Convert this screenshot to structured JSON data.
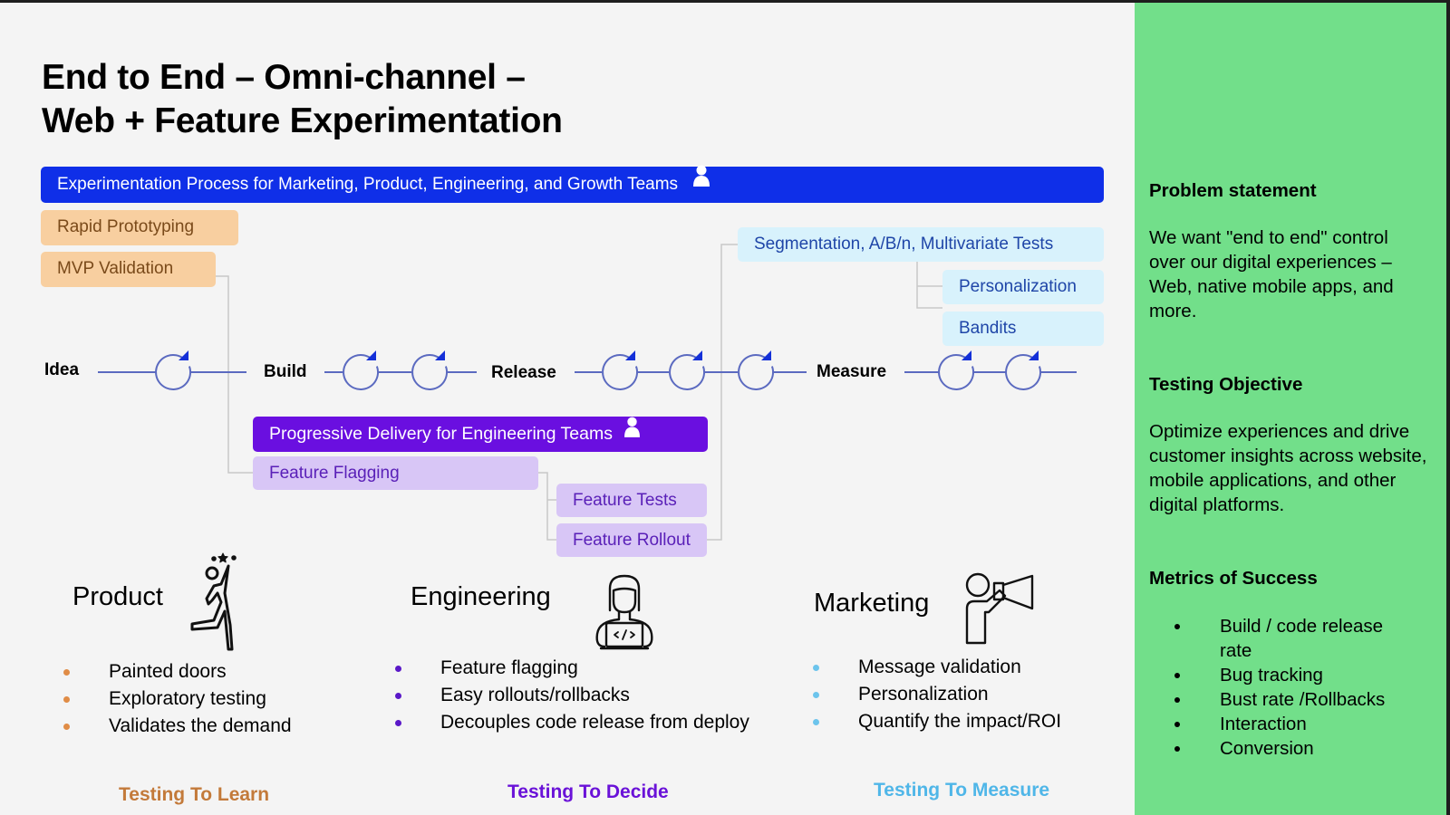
{
  "title": {
    "line1": "End to End – Omni-channel –",
    "line2": "Web + Feature Experimentation"
  },
  "diagram": {
    "experimentation_banner": "Experimentation Process for Marketing, Product, Engineering, and Growth Teams",
    "product_boxes": [
      "Rapid Prototyping",
      "MVP Validation"
    ],
    "marketing_boxes": {
      "main": "Segmentation, A/B/n, Multivariate Tests",
      "sub": [
        "Personalization",
        "Bandits"
      ]
    },
    "stages": [
      "Idea",
      "Build",
      "Release",
      "Measure"
    ],
    "progressive_banner": "Progressive Delivery for Engineering Teams",
    "engineering_boxes": {
      "main": "Feature Flagging",
      "sub": [
        "Feature Tests",
        "Feature Rollout"
      ]
    },
    "icons": {
      "banner": "person-icon",
      "cycle": "cycle-arrow-icon"
    }
  },
  "columns": [
    {
      "title": "Product",
      "icon": "jumping-person-star-icon",
      "bullets": [
        "Painted doors",
        "Exploratory testing",
        "Validates the demand"
      ],
      "tagline": "Testing To Learn",
      "color": "#c37a3a",
      "bullet_color": "#e08c46"
    },
    {
      "title": "Engineering",
      "icon": "developer-laptop-icon",
      "bullets": [
        "Feature flagging",
        "Easy rollouts/rollbacks",
        "Decouples code release from deploy"
      ],
      "tagline": "Testing To Decide",
      "color": "#6a12d8",
      "bullet_color": "#5a18c8"
    },
    {
      "title": "Marketing",
      "icon": "megaphone-person-icon",
      "bullets": [
        "Message validation",
        "Personalization",
        "Quantify the impact/ROI"
      ],
      "tagline": "Testing To Measure",
      "color": "#4fb6e8",
      "bullet_color": "#6cc4ec"
    }
  ],
  "sidepanel": {
    "background": "#72df8a",
    "problem_heading": "Problem statement",
    "problem_text": "We want \"end to end\" control over our digital experiences – Web, native mobile apps, and more.",
    "objective_heading": "Testing Objective",
    "objective_text": "Optimize experiences and drive customer insights across website, mobile applications, and other digital platforms.",
    "metrics_heading": "Metrics of Success",
    "metrics": [
      "Build / code release rate",
      "Bug tracking",
      "Bust rate /Rollbacks",
      "Interaction",
      "Conversion"
    ]
  }
}
